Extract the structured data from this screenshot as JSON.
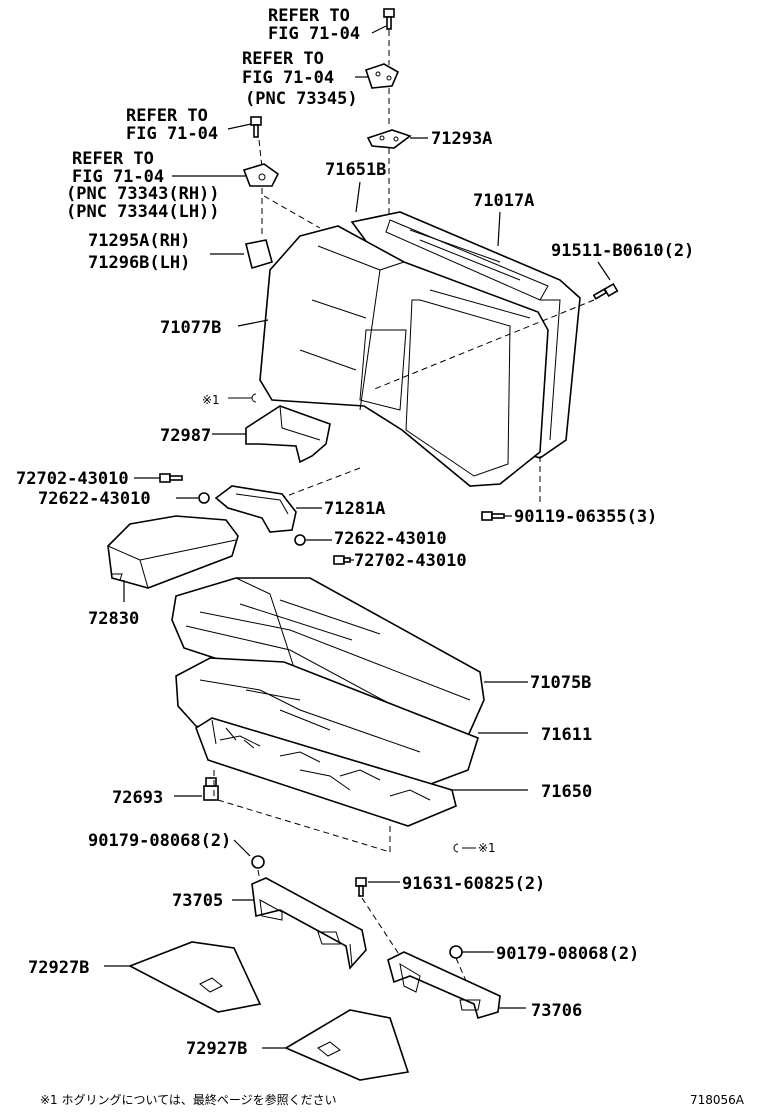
{
  "refs": {
    "r1": [
      "REFER TO",
      "FIG 71-04"
    ],
    "r2": [
      "REFER TO",
      "FIG 71-04",
      "(PNC 73345)"
    ],
    "r3": [
      "REFER TO",
      "FIG 71-04"
    ],
    "r4": [
      "REFER TO",
      "FIG 71-04",
      "(PNC 73343(RH))",
      "(PNC 73344(LH))"
    ]
  },
  "parts": {
    "p71293A": "71293A",
    "p71651B": "71651B",
    "p71017A": "71017A",
    "p71295A": "71295A(RH)",
    "p71296B": "71296B(LH)",
    "p91511": "91511-B0610(2)",
    "p71077B": "71077B",
    "mark1": "※1",
    "p72987": "72987",
    "p72702a": "72702-43010",
    "p72622a": "72622-43010",
    "p71281A": "71281A",
    "p90119": "90119-06355(3)",
    "p72622b": "72622-43010",
    "p72702b": "72702-43010",
    "p72830": "72830",
    "p71075B": "71075B",
    "p71611": "71611",
    "p72693": "72693",
    "p71650": "71650",
    "p90179a": "90179-08068(2)",
    "mark2": "※1",
    "p91631": "91631-60825(2)",
    "p73705": "73705",
    "p90179b": "90179-08068(2)",
    "p72927B_a": "72927B",
    "p73706": "73706",
    "p72927B_b": "72927B"
  },
  "footnote": "※1  ホグリングについては、最終ページを参照ください",
  "figure_id": "718056A"
}
